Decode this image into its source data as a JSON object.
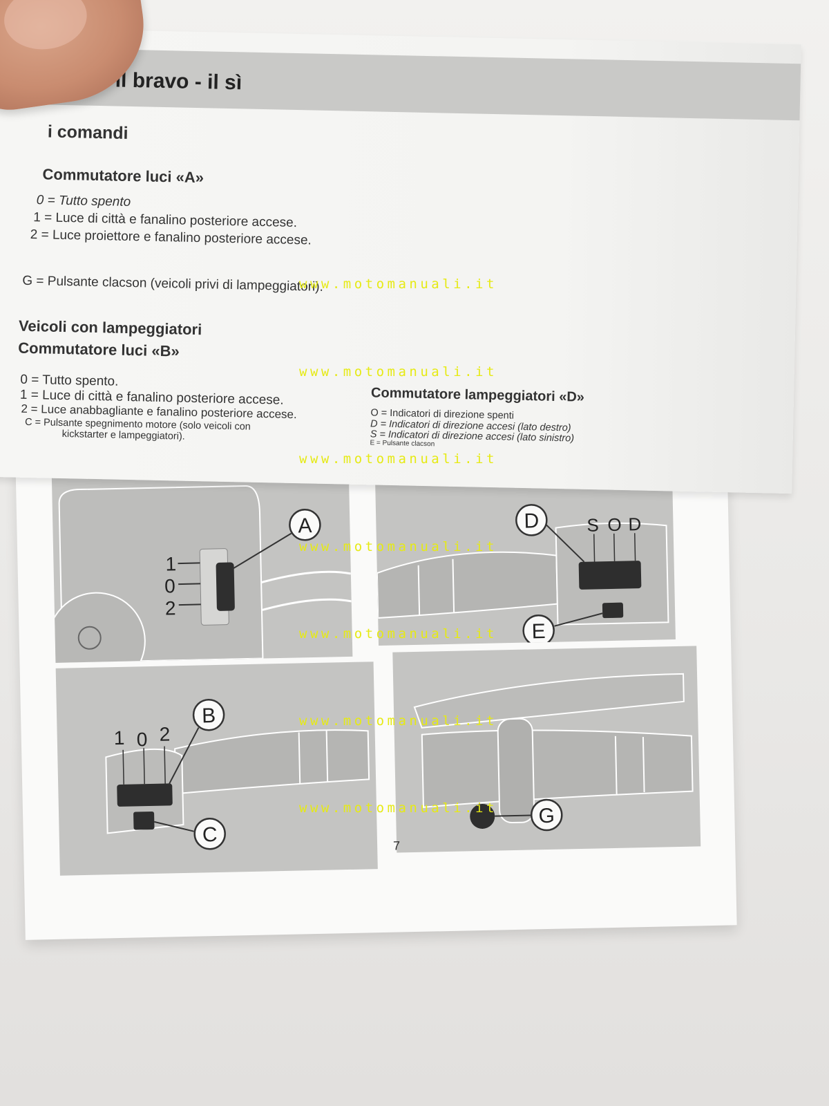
{
  "header": {
    "title": "- il bravo - il sì"
  },
  "section_title": "i comandi",
  "switch_a": {
    "title": "Commutatore luci «A»",
    "items": [
      "0 = Tutto spento",
      "1 = Luce di città e fanalino posteriore accese.",
      "2 = Luce proiettore e fanalino posteriore accese."
    ]
  },
  "horn_note": "G = Pulsante clacson (veicoli privi di lampeggiatori).",
  "vehicles_with_flashers": {
    "heading": "Veicoli con lampeggiatori",
    "switch_b_title": "Commutatore luci «B»",
    "items": [
      "0 = Tutto spento.",
      "1 = Luce di città e fanalino posteriore accese.",
      "2 = Luce anabbagliante e fanalino posteriore accese.",
      "C = Pulsante spegnimento motore (solo veicoli con",
      "kickstarter e lampeggiatori)."
    ]
  },
  "switch_d": {
    "title": "Commutatore lampeggiatori «D»",
    "items": [
      "O = Indicatori di direzione spenti",
      "D = Indicatori di direzione accesi (lato destro)",
      "S = Indicatori di direzione accesi (lato sinistro)",
      "E = Pulsante clacson"
    ]
  },
  "diagrams": {
    "a": {
      "label": "A",
      "pos_1": "1",
      "pos_0": "0",
      "pos_2": "2"
    },
    "d": {
      "label_d": "D",
      "label_e": "E",
      "pos_s": "S",
      "pos_o": "O",
      "pos_d": "D"
    },
    "b": {
      "label_b": "B",
      "label_c": "C",
      "pos_1": "1",
      "pos_0": "0",
      "pos_2": "2"
    },
    "g": {
      "label": "G"
    }
  },
  "page_number": "7",
  "watermark": "www.motomanuali.it",
  "colors": {
    "watermark": "#e6ea14",
    "header_band": "#c9c9c7",
    "panel": "#c4c4c2"
  }
}
